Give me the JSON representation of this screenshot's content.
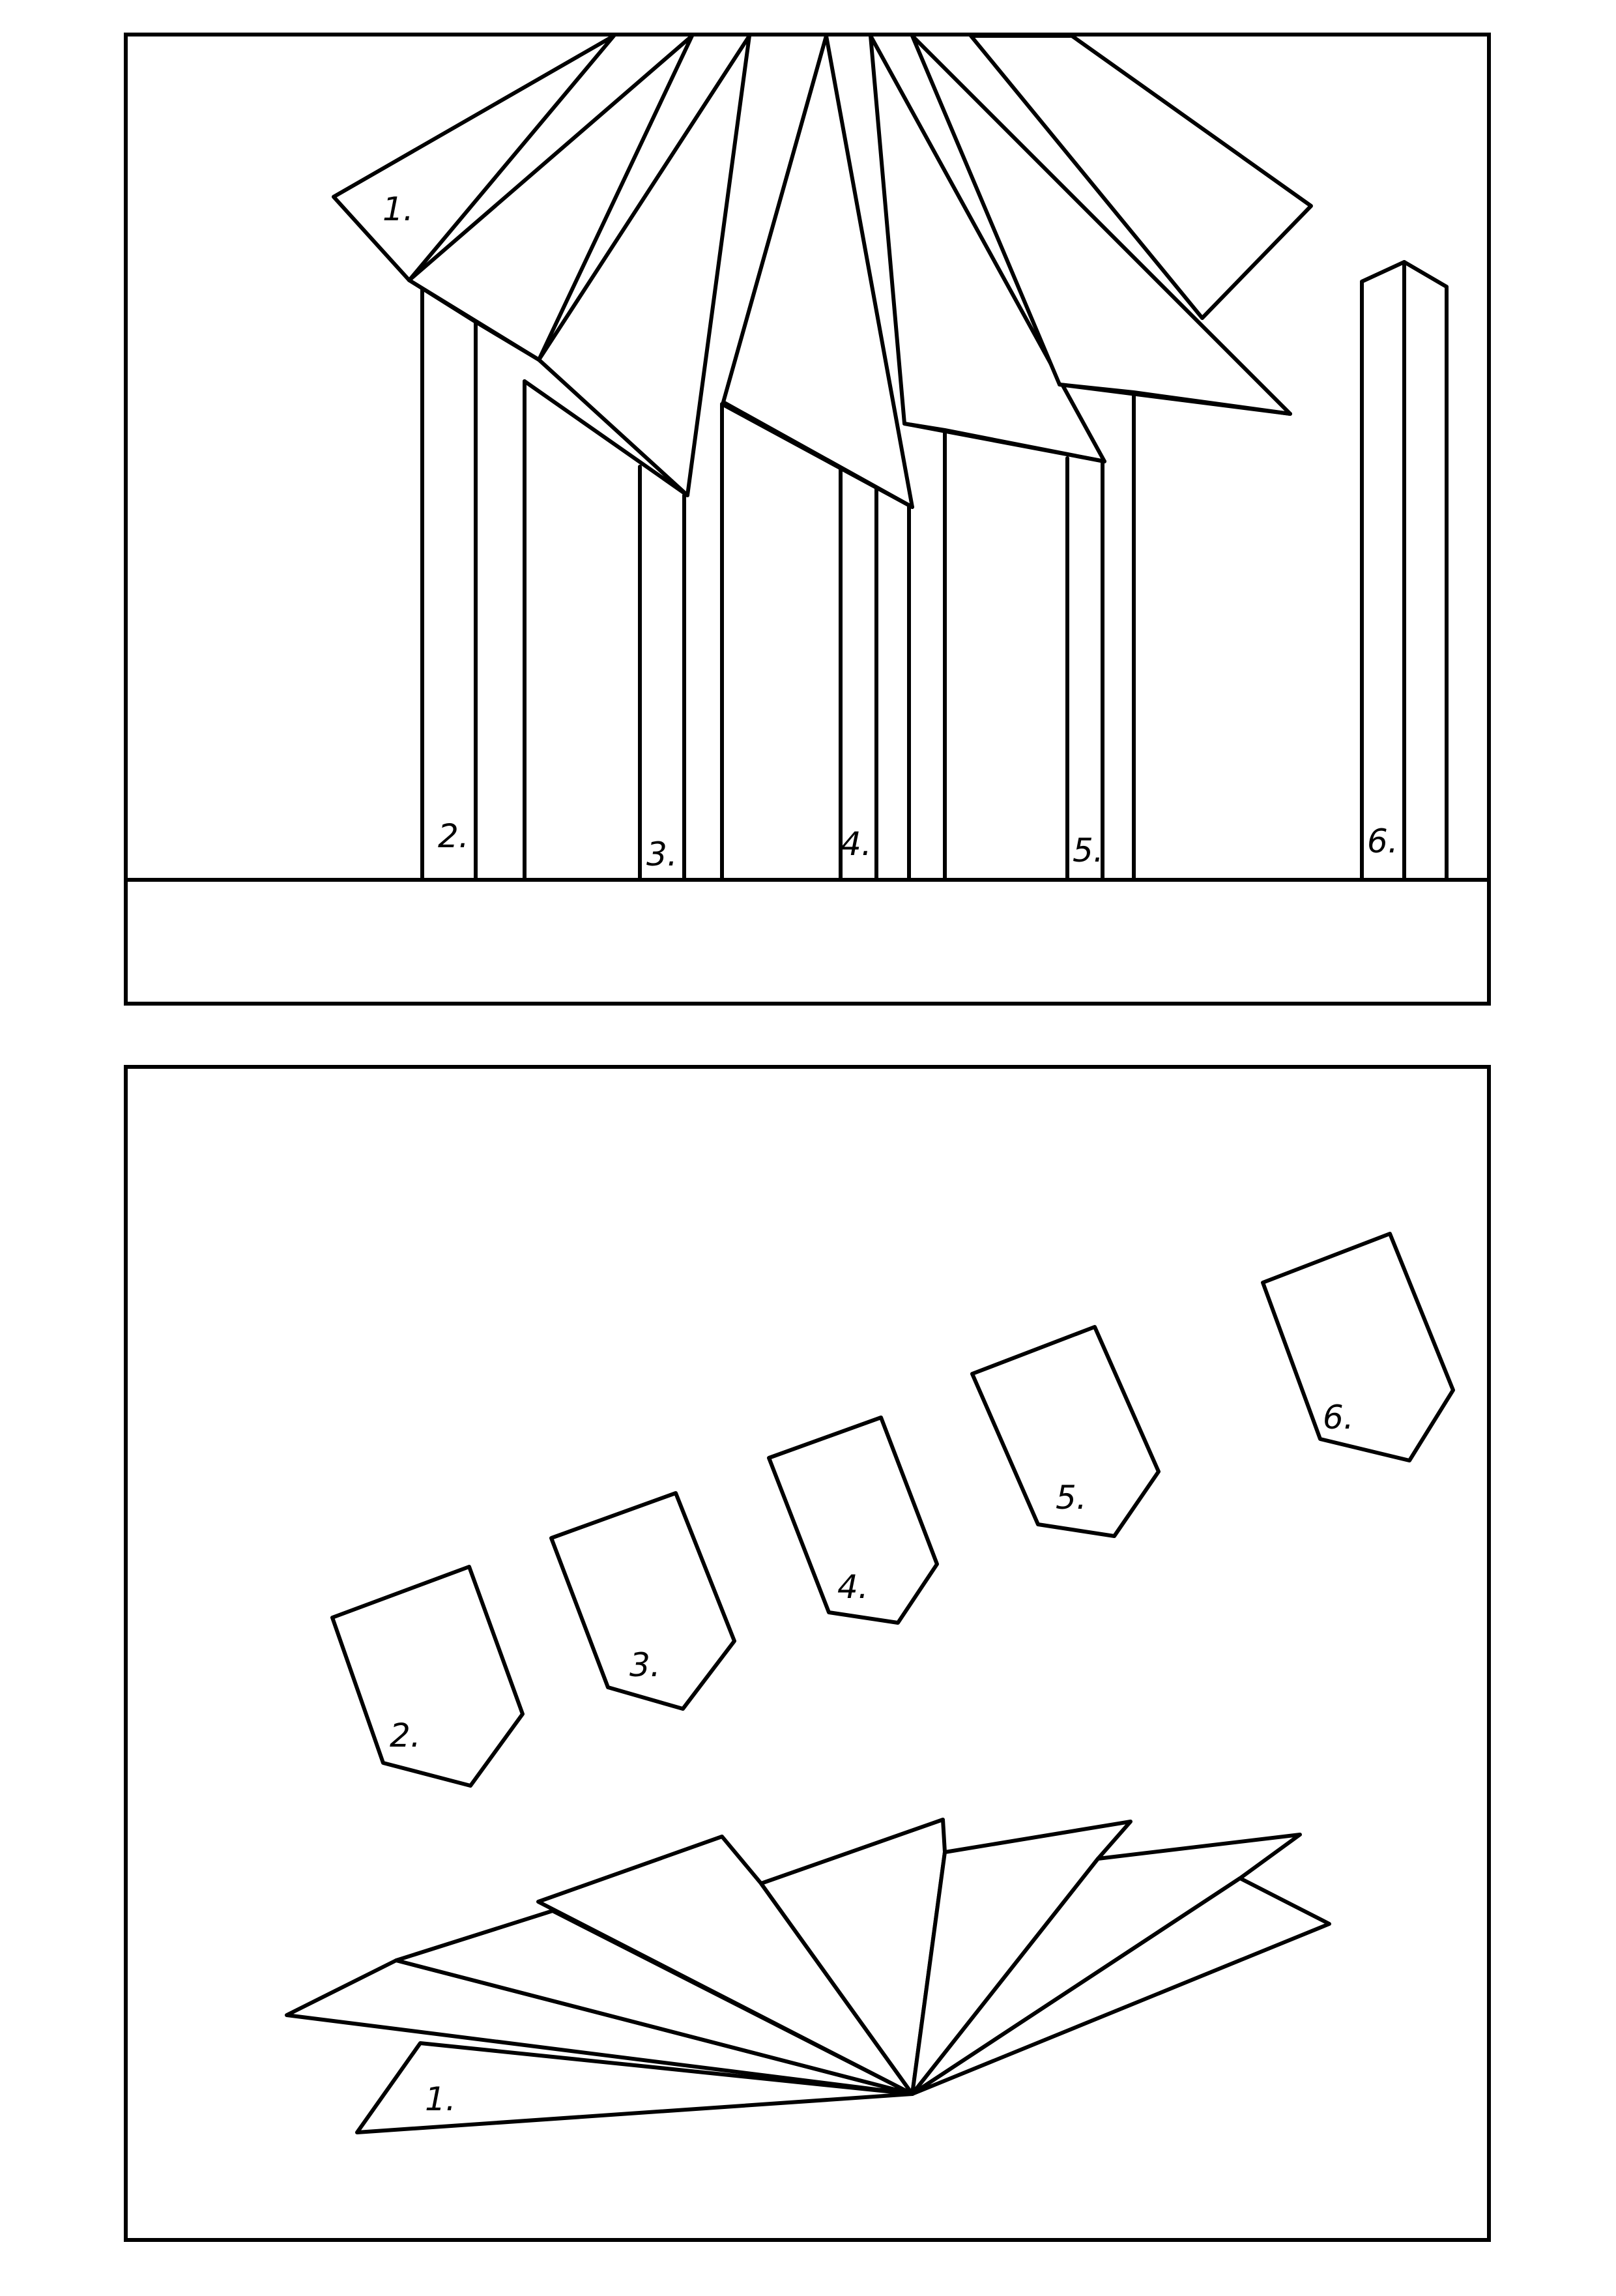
{
  "panels": [
    {
      "id": "top",
      "labels": [
        "1.",
        "2.",
        "3.",
        "4.",
        "5.",
        "6."
      ]
    },
    {
      "id": "bottom",
      "labels": [
        "2.",
        "3.",
        "4.",
        "5.",
        "6.",
        "1."
      ]
    }
  ],
  "colors": {
    "stroke": "#000000",
    "background": "#ffffff"
  }
}
